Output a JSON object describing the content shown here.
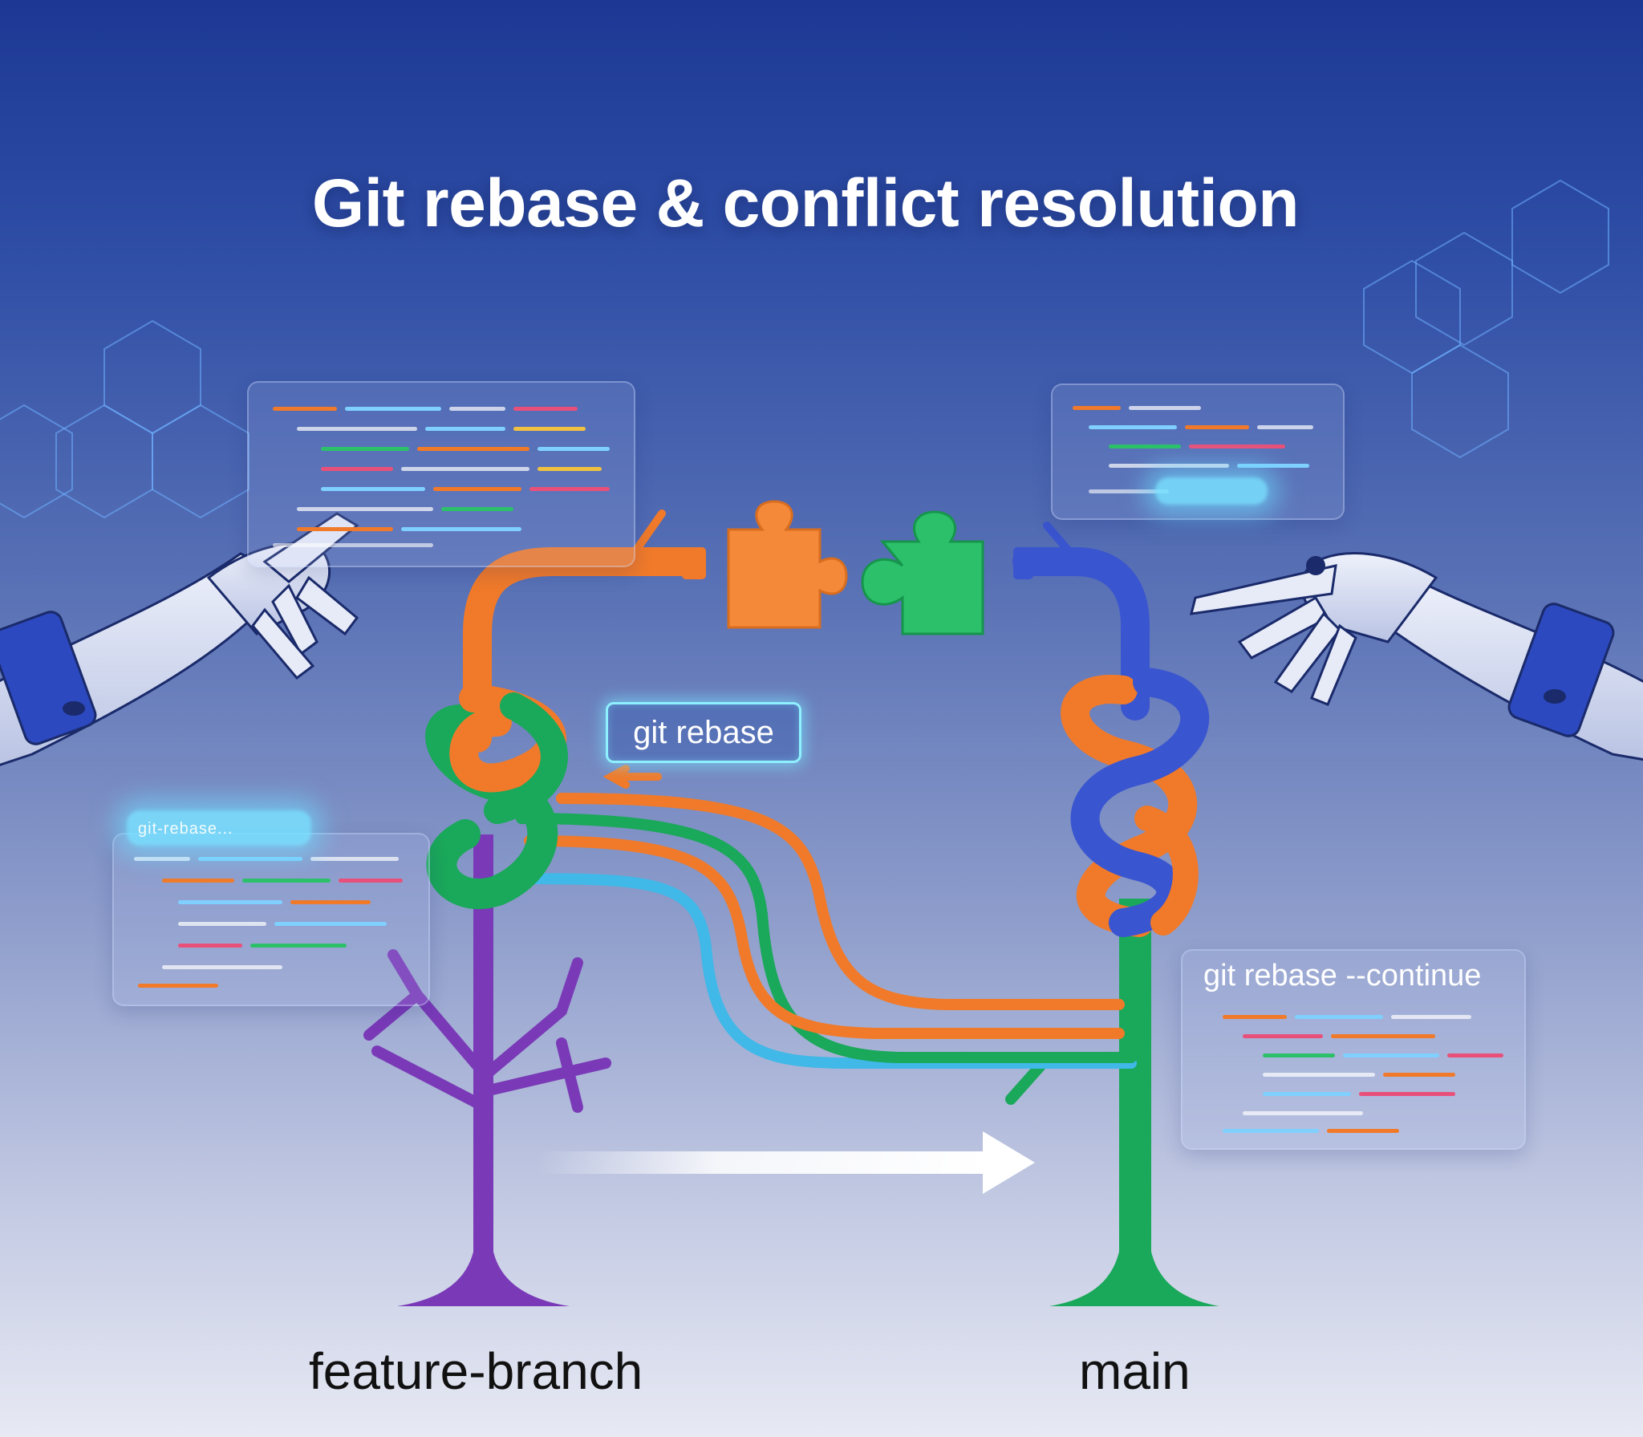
{
  "title": "Git rebase & conflict resolution",
  "commands": {
    "rebase": "git rebase",
    "continue": "git rebase --continue",
    "glow_snippet": "git-rebase..."
  },
  "branches": {
    "feature": "feature-branch",
    "main": "main"
  },
  "colors": {
    "feature_branch": "#7a3ab8",
    "main_branch": "#1aa85a",
    "orange_strand": "#f07a2a",
    "blue_strand": "#3a55d0",
    "cyan_strand": "#40b8e8",
    "background_top": "#1c3894",
    "background_bottom": "#e7e9f3"
  },
  "icons": [
    "robot-hand-left-icon",
    "robot-hand-right-icon",
    "puzzle-piece-orange-icon",
    "puzzle-piece-green-icon",
    "arrow-right-icon",
    "hexagon-grid-icon"
  ]
}
